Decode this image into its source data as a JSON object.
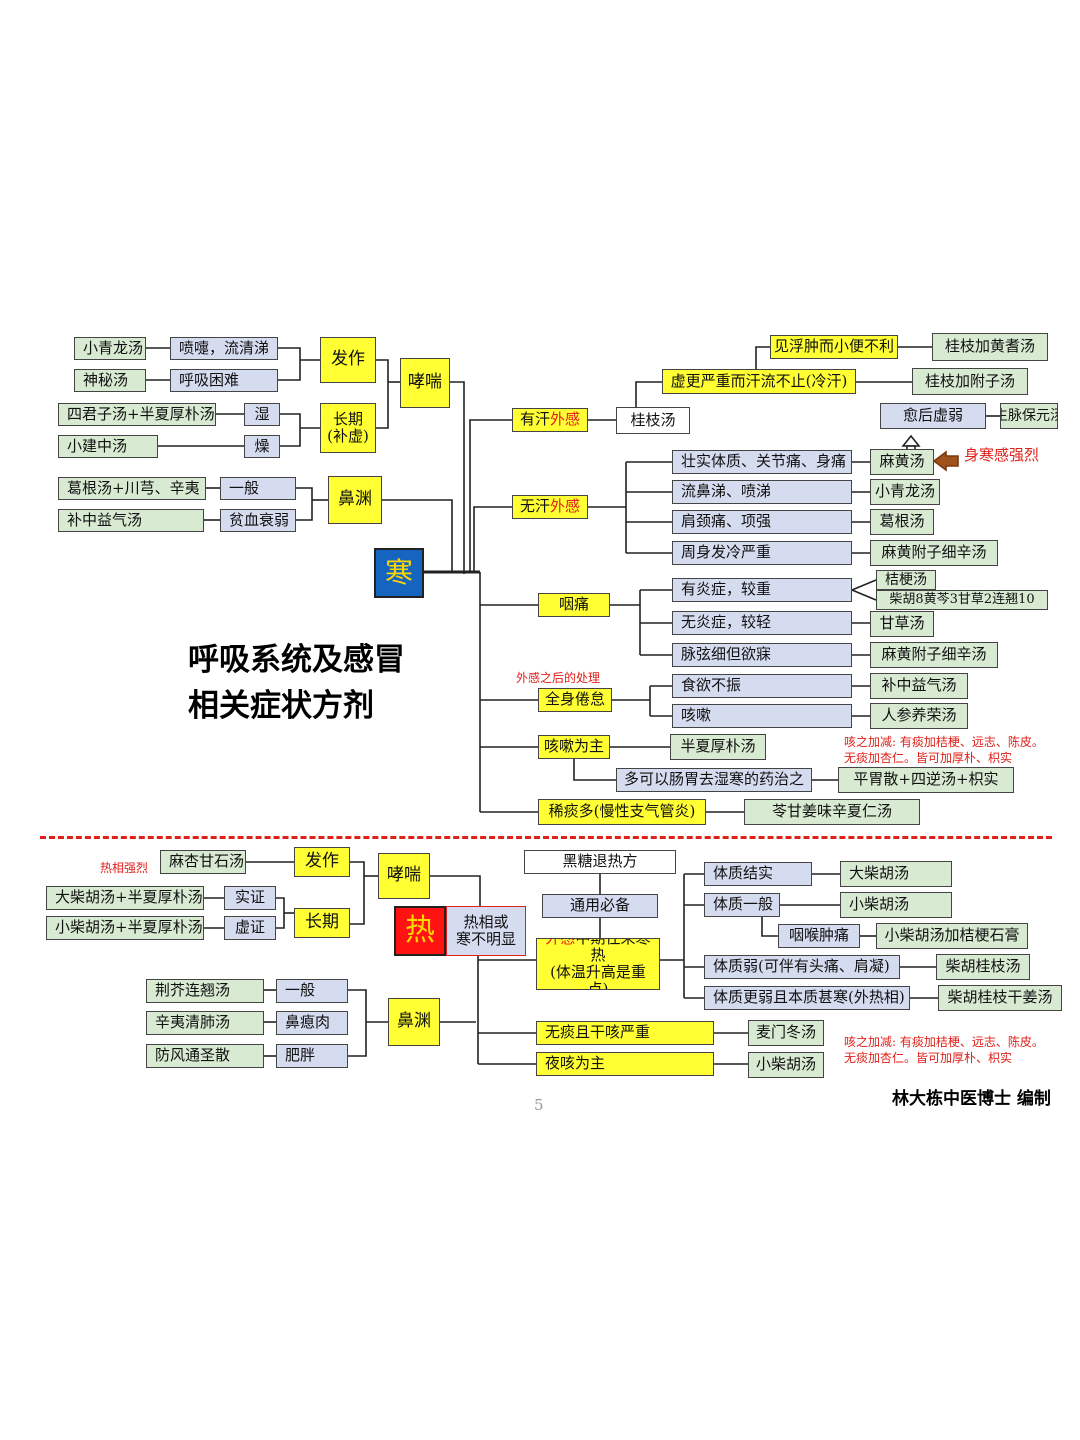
{
  "title": {
    "line1": "呼吸系统及感冒",
    "line2": "相关症状方剂"
  },
  "author": "林大栋中医博士 编制",
  "page_number": "5",
  "cold_section": {
    "center": "寒",
    "wheeze": {
      "node": "哮喘",
      "acute": "发作",
      "chronic": "长期\n(补虚)",
      "items": [
        {
          "formula": "小青龙汤",
          "symptom": "喷嚏，流清涕"
        },
        {
          "formula": "神秘汤",
          "symptom": "呼吸困难"
        },
        {
          "formula": "四君子汤+半夏厚朴汤",
          "symptom": "湿"
        },
        {
          "formula": "小建中汤",
          "symptom": "燥"
        }
      ]
    },
    "rhinitis": {
      "node": "鼻渊",
      "items": [
        {
          "formula": "葛根汤+川芎、辛夷",
          "symptom": "一般"
        },
        {
          "formula": "补中益气汤",
          "symptom": "贫血衰弱"
        }
      ]
    },
    "sweat": {
      "node_a": "有汗",
      "node_b": "外感",
      "formula": "桂枝汤",
      "severe": "虚更严重而汗流不止(冷汗)",
      "severe_formula": "桂枝加附子汤",
      "edema": "见浮肿而小便不利",
      "edema_formula": "桂枝加黄耆汤",
      "recovery": "愈后虚弱",
      "recovery_formula": "生脉保元汤"
    },
    "no_sweat": {
      "node_a": "无汗",
      "node_b": "外感",
      "items": [
        {
          "symptom": "壮实体质、关节痛、身痛",
          "formula": "麻黄汤"
        },
        {
          "symptom": "流鼻涕、喷涕",
          "formula": "小青龙汤"
        },
        {
          "symptom": "肩颈痛、项强",
          "formula": "葛根汤"
        },
        {
          "symptom": "周身发冷严重",
          "formula": "麻黄附子细辛汤"
        }
      ],
      "arrow_note": "身寒感强烈"
    },
    "throat": {
      "node": "咽痛",
      "items": [
        {
          "symptom": "有炎症，较重",
          "formula": "桔梗汤",
          "formula_alt": "柴胡8黄芩3甘草2连翘10"
        },
        {
          "symptom": "无炎症，较轻",
          "formula": "甘草汤"
        },
        {
          "symptom": "脉弦细但欲寐",
          "formula": "麻黄附子细辛汤"
        }
      ]
    },
    "fatigue": {
      "note": "外感之后的处理",
      "node": "全身倦怠",
      "items": [
        {
          "symptom": "食欲不振",
          "formula": "补中益气汤"
        },
        {
          "symptom": "咳嗽",
          "formula": "人参养荣汤"
        }
      ]
    },
    "cough": {
      "node": "咳嗽为主",
      "formula": "半夏厚朴汤",
      "sub": "多可以肠胃去湿寒的药治之",
      "sub_formula": "平胃散+四逆汤+枳实",
      "note1": "咳之加减: 有痰加桔梗、远志、陈皮。",
      "note2": "无痰加杏仁。皆可加厚朴、枳实"
    },
    "phlegm": {
      "node": "稀痰多(慢性支气管炎)",
      "formula": "苓甘姜味辛夏仁汤"
    }
  },
  "hot_section": {
    "center": "热",
    "center_note": "热相或\n寒不明显",
    "wheeze": {
      "node": "哮喘",
      "acute": "发作",
      "chronic": "长期",
      "note": "热相强烈",
      "acute_formula": "麻杏甘石汤",
      "items": [
        {
          "formula": "大柴胡汤+半夏厚朴汤",
          "symptom": "实证"
        },
        {
          "formula": "小柴胡汤+半夏厚朴汤",
          "symptom": "虚证"
        }
      ]
    },
    "rhinitis": {
      "node": "鼻渊",
      "items": [
        {
          "formula": "荆芥连翘汤",
          "symptom": "一般"
        },
        {
          "formula": "辛夷清肺汤",
          "symptom": "鼻瘜肉"
        },
        {
          "formula": "防风通圣散",
          "symptom": "肥胖"
        }
      ]
    },
    "sugar": {
      "node": "黑糖退热方",
      "must": "通用必备"
    },
    "midterm": {
      "node_a": "外感",
      "node_b": "中期往来寒热\n(体温升高是重点)",
      "items": [
        {
          "symptom": "体质结实",
          "formula": "大柴胡汤"
        },
        {
          "symptom": "体质一般",
          "formula": "小柴胡汤"
        },
        {
          "symptom": "体质弱(可伴有头痛、肩凝)",
          "formula": "柴胡桂枝汤"
        },
        {
          "symptom": "体质更弱且本质甚寒(外热相)",
          "formula": "柴胡桂枝干姜汤"
        }
      ],
      "throat": "咽喉肿痛",
      "throat_formula": "小柴胡汤加桔梗石膏"
    },
    "dry_cough": {
      "node": "无痰且干咳严重",
      "formula": "麦门冬汤"
    },
    "night_cough": {
      "node": "夜咳为主",
      "formula": "小柴胡汤"
    },
    "note1": "咳之加减: 有痰加桔梗、远志、陈皮。",
    "note2": "无痰加杏仁。皆可加厚朴、枳实"
  },
  "colors": {
    "yellow": "#ffff33",
    "green": "#d9ead3",
    "blue": "#d6dcf0",
    "red": "#e0201a",
    "cold": "#1565c0",
    "hot": "#ff1212"
  }
}
